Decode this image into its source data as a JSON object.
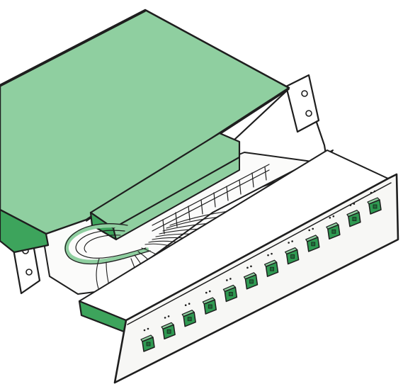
{
  "illustration": {
    "subject": "fiber-optic-patch-panel",
    "style": "hand-drawn-sketch",
    "colors": {
      "accent": "#8fcfa0",
      "accent_dark": "#3da45c",
      "port": "#2f9a52",
      "port_dark": "#1d6e38",
      "ink": "#1e1e1e",
      "paper": "#ffffff",
      "panel_face": "#f7f7f5"
    },
    "port_count": 12
  }
}
